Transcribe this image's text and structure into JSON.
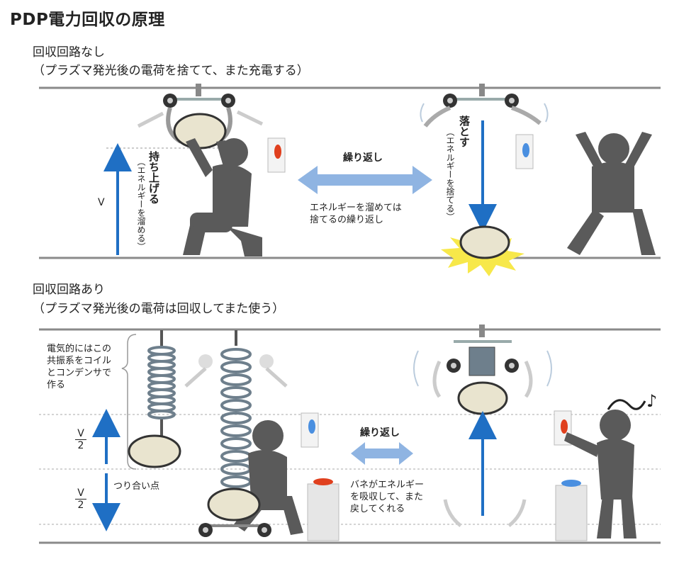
{
  "title": "PDP電力回収の原理",
  "section1": {
    "heading": "回収回路なし",
    "subheading": "（プラズマ発光後の電荷を捨てて、また充電する）",
    "v_label": "V",
    "lift_label": "持ち上げる",
    "lift_note": "（エネルギーを溜める）",
    "repeat_label": "繰り返し",
    "repeat_note_1": "エネルギーを溜めては",
    "repeat_note_2": "捨てるの繰り返し",
    "drop_label": "落とす",
    "drop_note": "（エネルギーを捨てる）"
  },
  "section2": {
    "heading": "回収回路あり",
    "subheading": "（プラズマ発光後の電荷は回収してまた使う）",
    "coil_note_1": "電気的にはこの",
    "coil_note_2": "共振系をコイル",
    "coil_note_3": "とコンデンサで",
    "coil_note_4": "作る",
    "frac_num": "V",
    "frac_den": "2",
    "frac2_num": "V",
    "frac2_den": "2",
    "balance_label": "つり合い点",
    "repeat_label": "繰り返し",
    "spring_note_1": "バネがエネルギー",
    "spring_note_2": "を吸収して、また",
    "spring_note_3": "戻してくれる",
    "music_note": "♪"
  },
  "colors": {
    "arrow_blue": "#1f6fc4",
    "double_arrow": "#8fb4e2",
    "figure": "#5a5a5a",
    "rock": "#e9e4cf",
    "spring": "#6e7f8c",
    "burst": "#f7e84a",
    "button_red": "#e0401e",
    "button_blue": "#4a8fe0"
  }
}
